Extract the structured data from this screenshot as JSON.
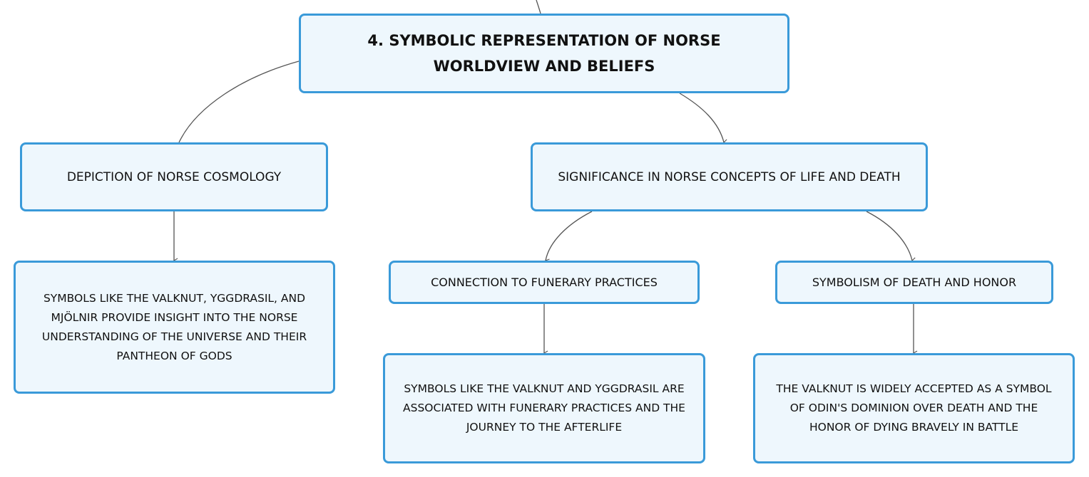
{
  "diagram": {
    "root": {
      "title": "4. SYMBOLIC REPRESENTATION OF NORSE WORLDVIEW AND BELIEFS"
    },
    "branches": [
      {
        "label": "DEPICTION OF NORSE COSMOLOGY",
        "children": [
          {
            "label": "SYMBOLS LIKE THE VALKNUT, YGGDRASIL, AND MJÖLNIR PROVIDE INSIGHT INTO THE NORSE UNDERSTANDING OF THE UNIVERSE AND THEIR PANTHEON OF GODS"
          }
        ]
      },
      {
        "label": "SIGNIFICANCE IN NORSE CONCEPTS OF LIFE AND DEATH",
        "children": [
          {
            "label": "CONNECTION TO FUNERARY PRACTICES",
            "children": [
              {
                "label": "SYMBOLS LIKE THE VALKNUT AND YGGDRASIL ARE ASSOCIATED WITH FUNERARY PRACTICES AND THE JOURNEY TO THE AFTERLIFE"
              }
            ]
          },
          {
            "label": "SYMBOLISM OF DEATH AND HONOR",
            "children": [
              {
                "label": "THE VALKNUT IS WIDELY ACCEPTED AS A SYMBOL OF ODIN'S DOMINION OVER DEATH AND THE HONOR OF DYING BRAVELY IN BATTLE"
              }
            ]
          }
        ]
      }
    ]
  },
  "colors": {
    "node_border": "#3a9ad9",
    "node_fill": "#eef7fd",
    "connector": "#555555",
    "text": "#111111"
  }
}
